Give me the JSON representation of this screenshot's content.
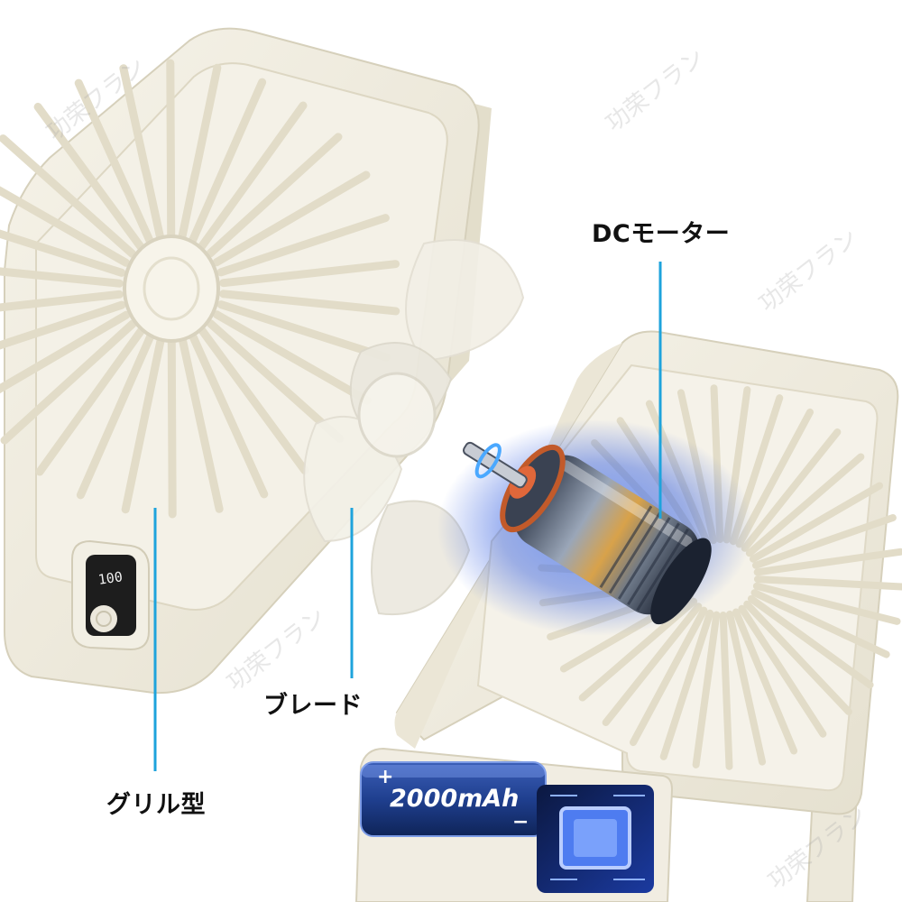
{
  "callouts": {
    "grill": "グリル型",
    "blade": "ブレード",
    "motor": "DCモーター"
  },
  "battery": {
    "capacity": "2000mAh",
    "plus": "+",
    "minus": "−"
  },
  "display": {
    "reading": "100"
  },
  "watermark": "功荣フラン",
  "colors": {
    "fan_body": "#efebde",
    "callout_line": "#1ea3dc",
    "motor_glow": "#3a6cff",
    "battery_blue": "#1f3f8f"
  }
}
